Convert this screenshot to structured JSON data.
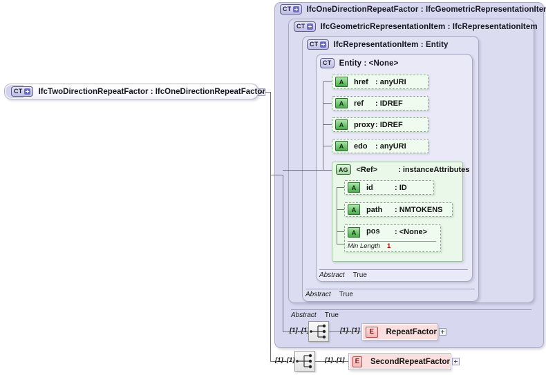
{
  "diagram": {
    "type": "xsd-complextype-hierarchy",
    "root_node": {
      "badge": "CT",
      "icon": "complextype-plus-icon",
      "label": "IfcTwoDirectionRepeatFactor : IfcOneDirectionRepeatFactor",
      "name": "IfcTwoDirectionRepeatFactor",
      "base": "IfcOneDirectionRepeatFactor"
    },
    "panels": [
      {
        "badge": "CT",
        "name": "IfcOneDirectionRepeatFactor",
        "base": "IfcGeometricRepresentationItem",
        "label": "IfcOneDirectionRepeatFactor : IfcGeometricRepresentationItem",
        "abstract_label": "Abstract",
        "abstract_value": "True"
      },
      {
        "badge": "CT",
        "name": "IfcGeometricRepresentationItem",
        "base": "IfcRepresentationItem",
        "label": "IfcGeometricRepresentationItem : IfcRepresentationItem",
        "abstract_label": "Abstract",
        "abstract_value": "True"
      },
      {
        "badge": "CT",
        "name": "IfcRepresentationItem",
        "base": "Entity",
        "label": "IfcRepresentationItem : Entity",
        "abstract_label": "Abstract",
        "abstract_value": "True"
      },
      {
        "badge": "CT",
        "name": "Entity",
        "base": "<None>",
        "label": "Entity    : <None>"
      }
    ],
    "attributes": [
      {
        "badge": "A",
        "name": "href",
        "sep": ":",
        "type": "anyURI"
      },
      {
        "badge": "A",
        "name": "ref",
        "sep": ":",
        "type": "IDREF"
      },
      {
        "badge": "A",
        "name": "proxy",
        "sep": ":",
        "type": "IDREF"
      },
      {
        "badge": "A",
        "name": "edo",
        "sep": ":",
        "type": "anyURI"
      }
    ],
    "attribute_group": {
      "badge": "AG",
      "name": "<Ref>",
      "sep": ":",
      "type": "instanceAttributes",
      "attributes": [
        {
          "badge": "A",
          "name": "id",
          "sep": ":",
          "type": "ID"
        },
        {
          "badge": "A",
          "name": "path",
          "sep": ":",
          "type": "NMTOKENS"
        },
        {
          "badge": "A",
          "name": "pos",
          "sep": ":",
          "type": "<None>"
        }
      ],
      "facet": {
        "label": "Min Length",
        "value": "1"
      }
    },
    "sequences": [
      {
        "icon": "sequence-compositor-icon",
        "left_cardinality": "[1]..[1]",
        "right_cardinality": "[1]..[1]",
        "element": {
          "badge": "E",
          "label": "RepeatFactor"
        }
      },
      {
        "icon": "sequence-compositor-icon",
        "left_cardinality": "[1]..[1]",
        "right_cardinality": "[1]..[1]",
        "element": {
          "badge": "E",
          "label": "SecondRepeatFactor"
        }
      }
    ],
    "colors": {
      "panel": "#d7d7ef",
      "attribute": "#eefbee",
      "element": "#fbdede",
      "facet_value": "#cc0000",
      "line": "#6e6e82"
    }
  }
}
